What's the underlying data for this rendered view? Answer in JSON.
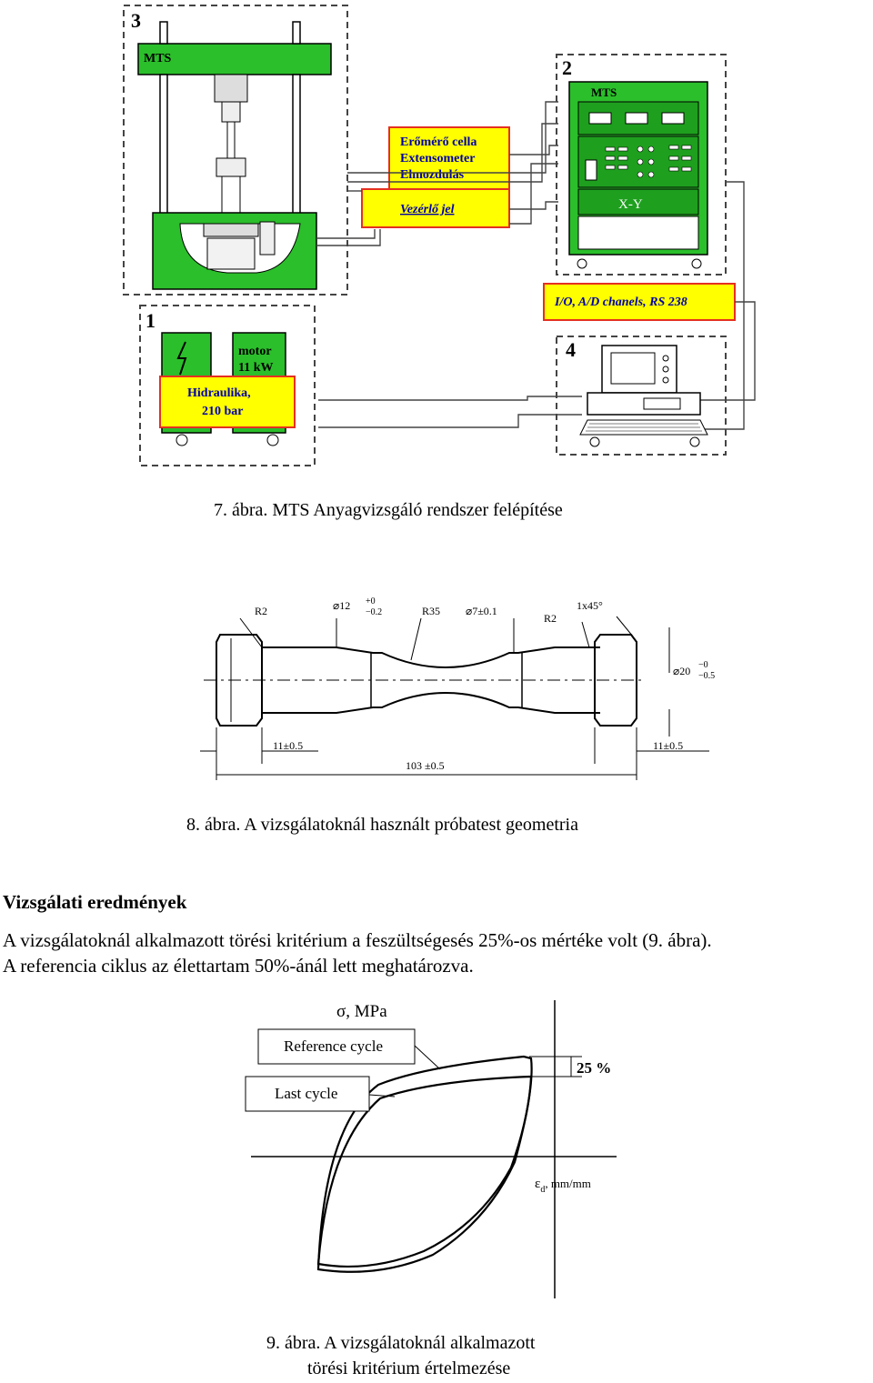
{
  "figure7": {
    "unit_numbers": [
      "3",
      "2",
      "1",
      "4"
    ],
    "frame_label": "MTS",
    "controller_label": "MTS",
    "xy_label": "X-Y",
    "signals": [
      "Erőmérő cella",
      "Extensometer",
      "Elmozdulás"
    ],
    "control_signal": "Vezérlő jel",
    "io_label": "I/O, A/D chanels, RS 238",
    "motor_line1": "motor",
    "motor_line2": "11 kW",
    "hydraulics_line1": "Hidraulika,",
    "hydraulics_line2": "210 bar",
    "caption": "7. ábra. MTS Anyagvizsgáló rendszer felépítése",
    "colors": {
      "green": "#2bbf2b",
      "yellow": "#ffff00",
      "red": "#e53020"
    }
  },
  "figure8": {
    "dims": {
      "r_left": "R2",
      "dia_12": "⌀12",
      "tol_12_upper": "+0",
      "tol_12_lower": "−0.2",
      "r35": "R35",
      "dia_7": "⌀7±0.1",
      "r_right": "R2",
      "chamfer": "1x45°",
      "dia_20": "⌀20",
      "tol_20_upper": "−0",
      "tol_20_lower": "−0.5",
      "len_left": "11±0.5",
      "len_total": "103 ±0.5",
      "len_right": "11±0.5"
    },
    "caption": "8. ábra. A vizsgálatoknál használt próbatest geometria"
  },
  "section": {
    "title": "Vizsgálati eredmények",
    "line1": "A vizsgálatoknál alkalmazott törési kritérium a feszültségesés 25%-os mértéke volt (9. ábra).",
    "line2": "A referencia ciklus az élettartam 50%-ánál lett meghatározva."
  },
  "figure9": {
    "y_axis": "σ, MPa",
    "x_axis_symbol": "ε",
    "x_axis_sub": "d",
    "x_axis_unit": ", mm/mm",
    "reference_label": "Reference cycle",
    "last_label": "Last cycle",
    "drop_label": "25 %",
    "caption_line1": "9. ábra. A vizsgálatoknál alkalmazott",
    "caption_line2": "törési kritérium értelmezése"
  }
}
